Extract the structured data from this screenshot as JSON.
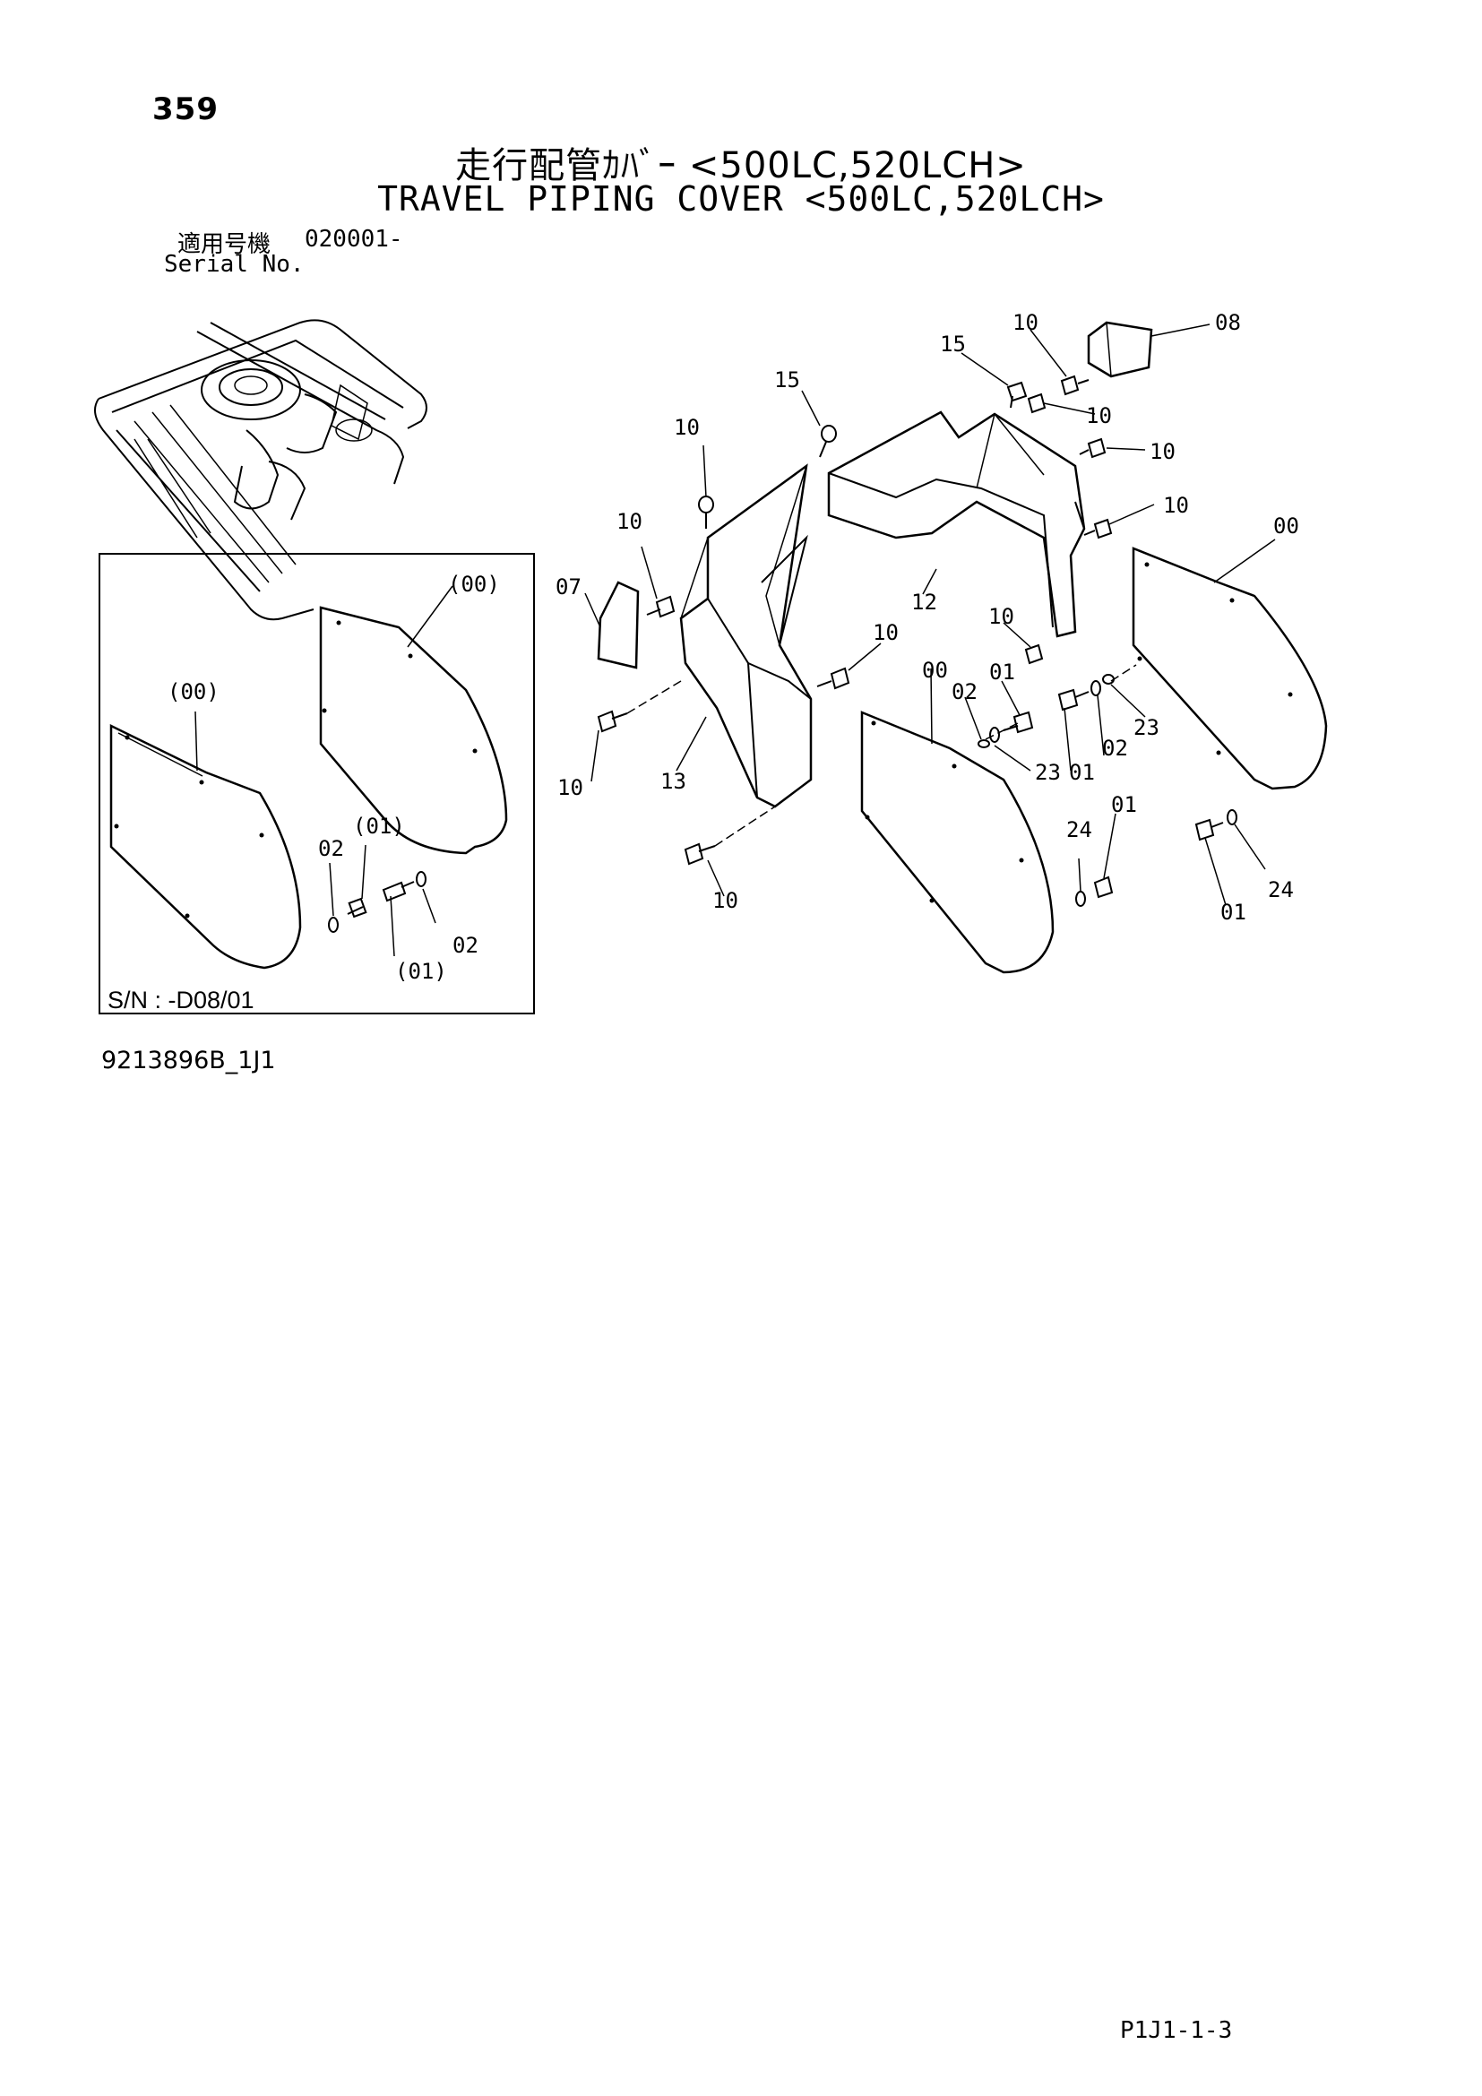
{
  "header": {
    "page_number": "359",
    "title_jp": "走行配管ｶﾊﾞｰ <500LC,520LCH>",
    "title_en": "TRAVEL PIPING COVER <500LC,520LCH>",
    "serial_label_jp": "適用号機",
    "serial_value": "020001-",
    "serial_label_en": "Serial No."
  },
  "inset": {
    "serial_range": "S/N : -D08/01",
    "labels": {
      "cover_a": "(00)",
      "cover_b": "(00)",
      "bolt_top": "(01)",
      "bolt_bottom": "(01)",
      "washer_left": "02",
      "washer_right": "02"
    }
  },
  "callouts": {
    "c15_top": "15",
    "c10_a": "10",
    "c10_b": "10",
    "c07": "07",
    "c10_c": "10",
    "c13": "13",
    "c10_d": "10",
    "c10_e": "10",
    "c12": "12",
    "c15_right": "15",
    "c10_f": "10",
    "c08": "08",
    "c10_g": "10",
    "c10_h": "10",
    "c10_i": "10",
    "c00_right": "00",
    "c00_mid": "00",
    "c10_j": "10",
    "c01_a": "01",
    "c02_a": "02",
    "c23_a": "23",
    "c01_b": "01",
    "c02_b": "02",
    "c23_b": "23",
    "c24_a": "24",
    "c01_c": "01",
    "c01_d": "01",
    "c24_b": "24"
  },
  "footer": {
    "reference_code": "9213896B_1J1",
    "page_code": "P1J1-1-3"
  }
}
